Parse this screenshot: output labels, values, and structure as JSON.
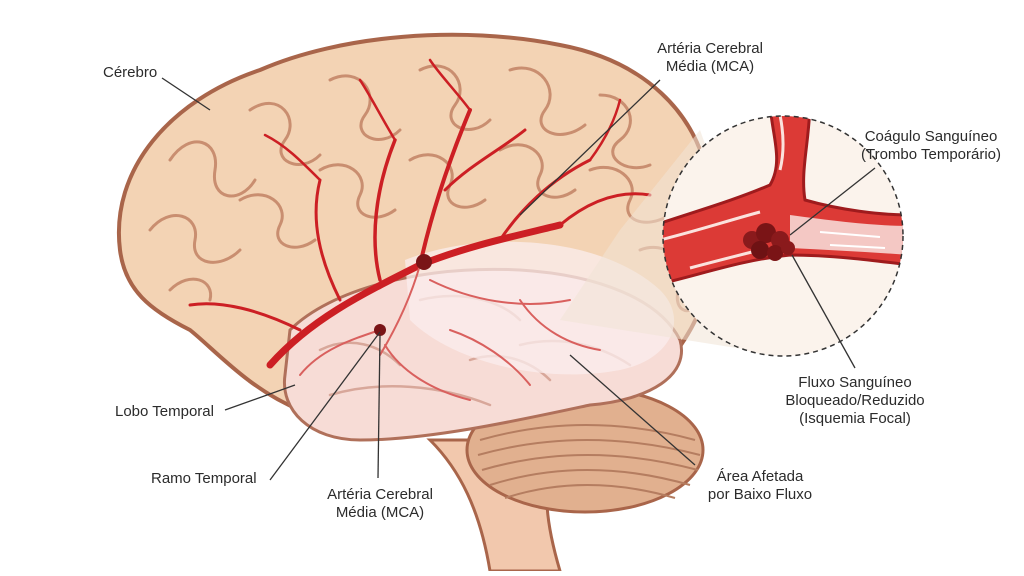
{
  "labels": {
    "brain": "Cérebro",
    "mca_top_line1": "Artéria Cerebral",
    "mca_top_line2": "Média (MCA)",
    "clot_line1": "Coágulo Sanguíneo",
    "clot_line2": "(Trombo Temporário)",
    "temporal_lobe": "Lobo Temporal",
    "temporal_branch": "Ramo Temporal",
    "mca_bottom_line1": "Artéria Cerebral",
    "mca_bottom_line2": "Média (MCA)",
    "affected_line1": "Área Afetada",
    "affected_line2": "por Baixo Fluxo",
    "flow_line1": "Fluxo Sanguíneo",
    "flow_line2": "Bloqueado/Reduzido",
    "flow_line3": "(Isquemia Focal)"
  },
  "colors": {
    "brain_fill": "#f3d3b4",
    "brain_stroke": "#a9654a",
    "gyri": "#c98e70",
    "artery": "#cc1f24",
    "clot": "#7a1416",
    "temporal_fill": "#f7dcd6",
    "cerebellum": "#e1b08f",
    "leader": "#333333"
  }
}
